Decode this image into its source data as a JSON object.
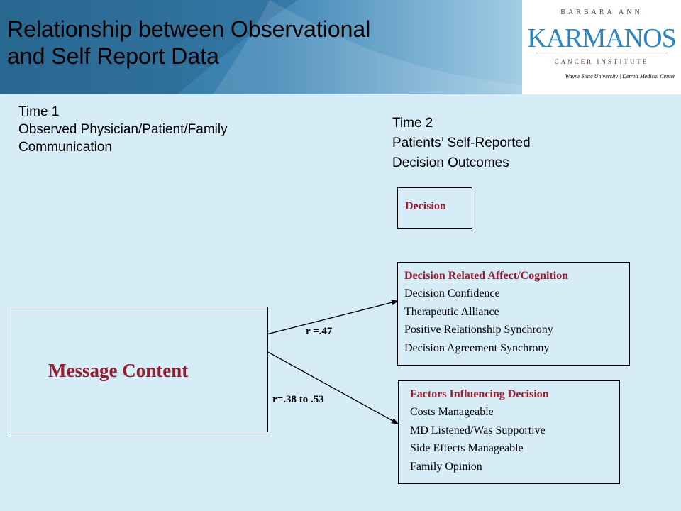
{
  "title": {
    "line1": "Relationship between Observational",
    "line2": "and Self Report Data"
  },
  "logo": {
    "top": "BARBARA ANN",
    "name": "KARMANOS",
    "subtitle": "CANCER INSTITUTE",
    "tagline": "Wayne State University | Detroit Medical Center"
  },
  "time1": {
    "label": "Time 1",
    "line1": "Observed Physician/Patient/Family",
    "line2": "Communication"
  },
  "time2": {
    "label": "Time 2",
    "line1": "Patients’ Self-Reported",
    "line2": "Decision Outcomes"
  },
  "nodes": {
    "message": "Message Content",
    "decision": "Decision",
    "affect": {
      "title": "Decision Related Affect/Cognition",
      "items": [
        "Decision Confidence",
        "Therapeutic Alliance",
        "Positive Relationship Synchrony",
        "Decision Agreement Synchrony"
      ]
    },
    "factors": {
      "title": "Factors Influencing Decision",
      "items": [
        "Costs Manageable",
        "MD Listened/Was Supportive",
        "Side Effects Manageable",
        "Family Opinion"
      ]
    }
  },
  "edges": [
    {
      "from": "Message Content",
      "to": "Decision Related Affect/Cognition",
      "label": "r =.47"
    },
    {
      "from": "Message Content",
      "to": "Factors Influencing Decision",
      "label": "r=.38 to .53"
    }
  ],
  "colors": {
    "background": "#d6ecf7",
    "header_blue": "#2e6f98",
    "accent_red": "#9b1c2e",
    "logo_blue": "#2e86c1"
  }
}
